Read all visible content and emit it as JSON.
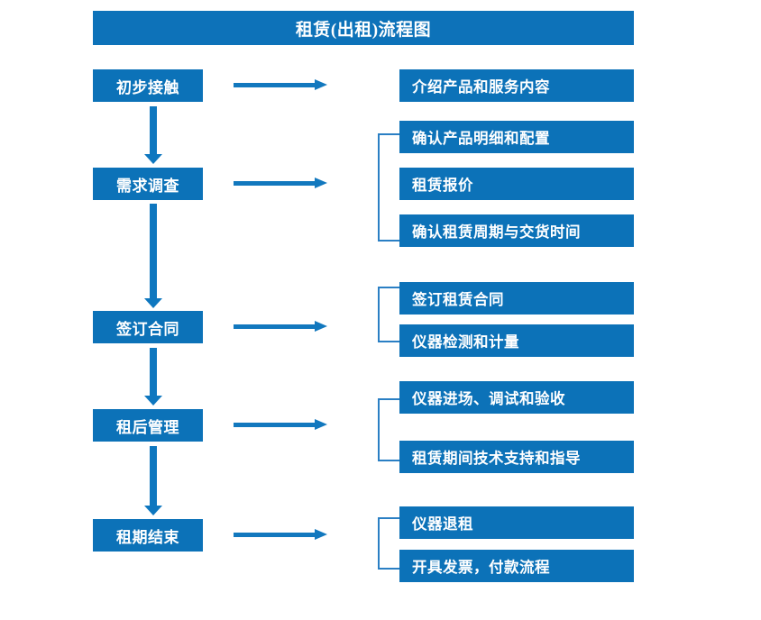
{
  "chart_data": {
    "type": "diagram",
    "title": "租赁(出租)流程图",
    "orientation": "vertical-stages-with-detail-branches",
    "accent_color": "#0c72b8",
    "arrow_color": "#1278be",
    "bracket_color": "#2a7fc4",
    "stages": [
      {
        "label": "初步接触",
        "details": [
          "介绍产品和服务内容"
        ],
        "has_bracket": false
      },
      {
        "label": "需求调查",
        "details": [
          "确认产品明细和配置",
          "租赁报价",
          "确认租赁周期与交货时间"
        ],
        "has_bracket": true
      },
      {
        "label": "签订合同",
        "details": [
          "签订租赁合同",
          "仪器检测和计量"
        ],
        "has_bracket": true
      },
      {
        "label": "租后管理",
        "details": [
          "仪器进场、调试和验收",
          "租赁期间技术支持和指导"
        ],
        "has_bracket": true
      },
      {
        "label": "租期结束",
        "details": [
          "仪器退租",
          "开具发票，付款流程"
        ],
        "has_bracket": true
      }
    ]
  },
  "header": {
    "title": "租赁(出租)流程图"
  },
  "stages": [
    {
      "label": "初步接触"
    },
    {
      "label": "需求调查"
    },
    {
      "label": "签订合同"
    },
    {
      "label": "租后管理"
    },
    {
      "label": "租期结束"
    }
  ],
  "details": [
    {
      "label": "介绍产品和服务内容"
    },
    {
      "label": "确认产品明细和配置"
    },
    {
      "label": "租赁报价"
    },
    {
      "label": "确认租赁周期与交货时间"
    },
    {
      "label": "签订租赁合同"
    },
    {
      "label": "仪器检测和计量"
    },
    {
      "label": "仪器进场、调试和验收"
    },
    {
      "label": "租赁期间技术支持和指导"
    },
    {
      "label": "仪器退租"
    },
    {
      "label": "开具发票，付款流程"
    }
  ]
}
